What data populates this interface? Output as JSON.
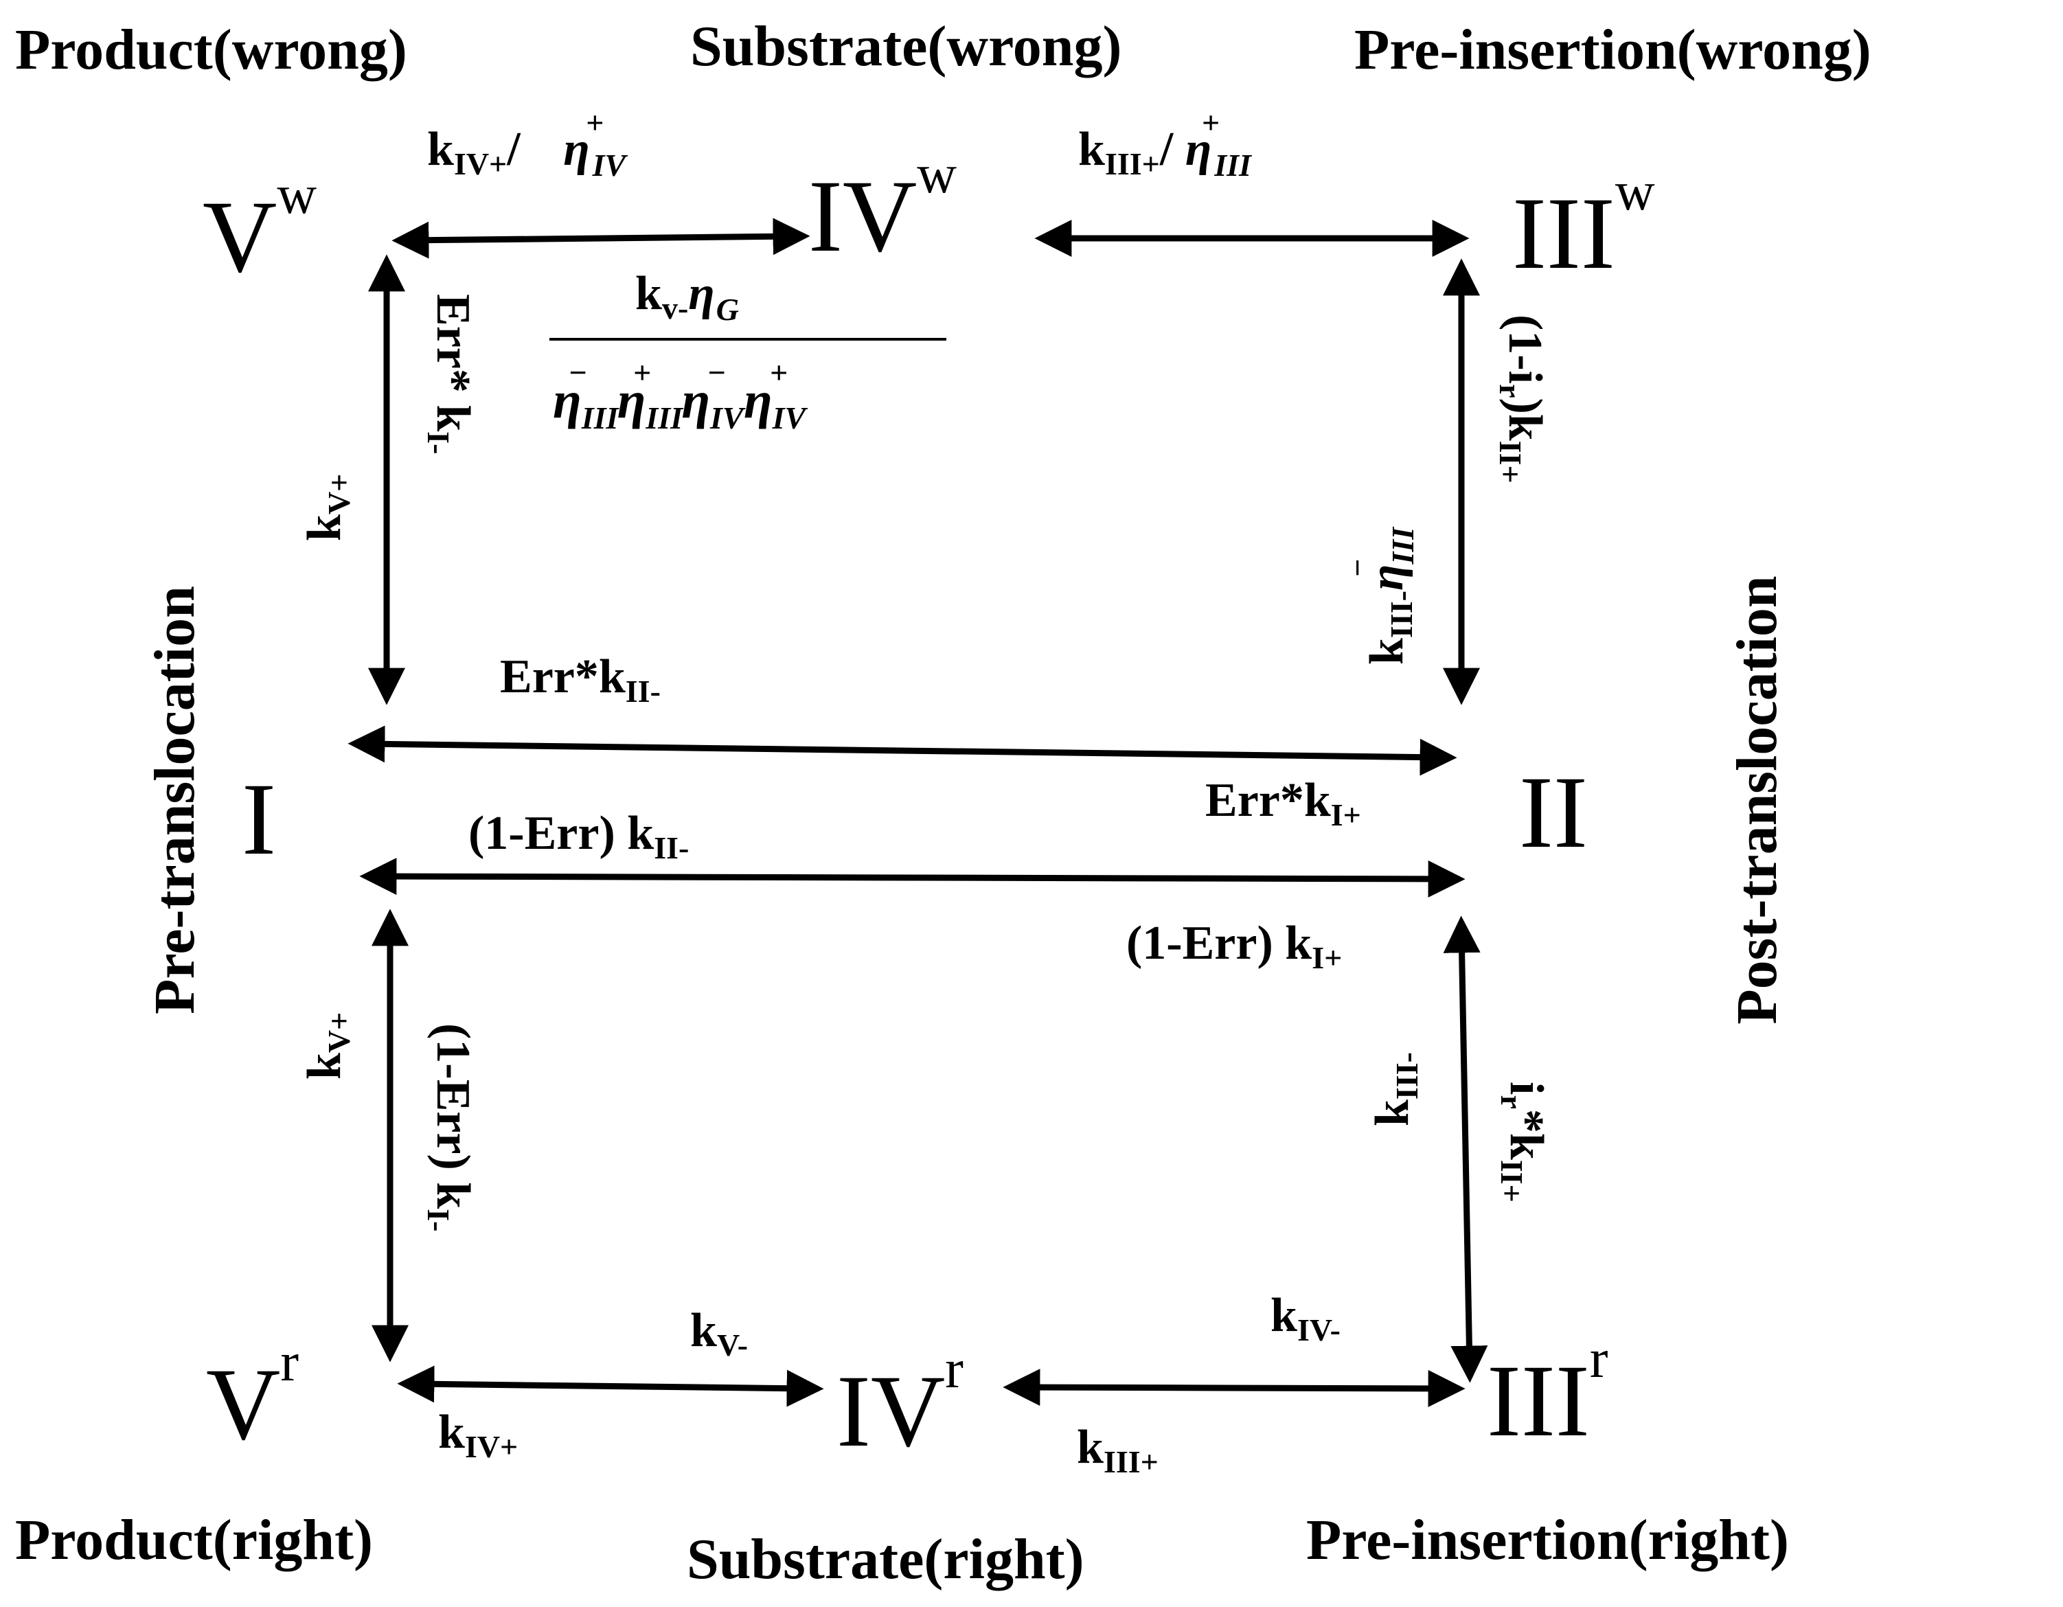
{
  "states": {
    "V_w": {
      "base": "V",
      "sup": "w"
    },
    "IV_w": {
      "base": "IV",
      "sup": "w"
    },
    "III_w": {
      "base": "III",
      "sup": "w"
    },
    "I": {
      "base": "I"
    },
    "II": {
      "base": "II"
    },
    "V_r": {
      "base": "V",
      "sup": "r"
    },
    "IV_r": {
      "base": "IV",
      "sup": "r"
    },
    "III_r": {
      "base": "III",
      "sup": "r"
    }
  },
  "regions": {
    "product_wrong": "Product(wrong)",
    "substrate_wrong": "Substrate(wrong)",
    "preinsertion_wrong": "Pre-insertion(wrong)",
    "product_right": "Product(right)",
    "substrate_right": "Substrate(right)",
    "preinsertion_right": "Pre-insertion(right)",
    "pre_translocation": "Pre-translocation",
    "post_translocation": "Post-translocation"
  },
  "rates": {
    "top_left": {
      "k": "k",
      "sub": "IV+",
      "sep": "/ ",
      "eta": "η",
      "eta_sub": "IV",
      "eta_sup": "+"
    },
    "top_right": {
      "k": "k",
      "sub": "III+",
      "sep": "/ ",
      "eta": "η",
      "eta_sub": "III",
      "eta_sup": "+"
    },
    "fraction_num": {
      "k": "k",
      "sub": "v-",
      "eta": "η",
      "eta_sub": "G"
    },
    "fraction_den": [
      {
        "eta": "η",
        "sub": "III",
        "sup": "−"
      },
      {
        "eta": "η",
        "sub": "III",
        "sup": "+"
      },
      {
        "eta": "η",
        "sub": "IV",
        "sup": "−"
      },
      {
        "eta": "η",
        "sub": "IV",
        "sup": "+"
      }
    ],
    "left_upper_kv": {
      "k": "k",
      "sub": "V+"
    },
    "left_upper_err": {
      "pre": "Err* k",
      "sub": "I-"
    },
    "right_upper_k": {
      "k": "k",
      "sub": "III-",
      "eta": "η",
      "eta_sub": "III",
      "eta_sup": "−"
    },
    "right_upper_ir": {
      "pre": "(1-i",
      "pre_sub": "r",
      "mid": ")k",
      "sub": "II+"
    },
    "mid_top": {
      "pre": "Err*k",
      "sub": "II-"
    },
    "mid_top_back": {
      "pre": "Err*k",
      "sub": "I+"
    },
    "mid_bottom": {
      "pre": "(1-Err) k",
      "sub": "II-"
    },
    "mid_bottom_back": {
      "pre": "(1-Err) k",
      "sub": "I+"
    },
    "left_lower_kv": {
      "k": "k",
      "sub": "V+"
    },
    "left_lower_err": {
      "pre": "(1-Err) k",
      "sub": "I-"
    },
    "right_lower_k": {
      "k": "k",
      "sub": "III-"
    },
    "right_lower_ir": {
      "pre": "i",
      "pre_sub": "r",
      "mid": "*k",
      "sub": "II+"
    },
    "bottom_kv": {
      "k": "k",
      "sub": "V-"
    },
    "bottom_kiv_minus": {
      "k": "k",
      "sub": "IV-"
    },
    "bottom_kiv_plus": {
      "k": "k",
      "sub": "IV+"
    },
    "bottom_kiii_plus": {
      "k": "k",
      "sub": "III+"
    }
  }
}
